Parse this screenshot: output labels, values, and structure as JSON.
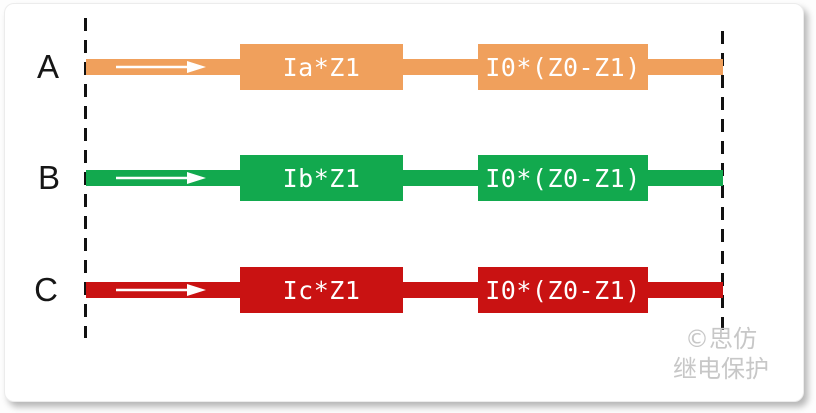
{
  "diagram": {
    "title_hint": "per-phase impedance diagram",
    "phases": [
      {
        "label": "A",
        "color": "#F0A05C",
        "box1": "Ia*Z1",
        "box2": "I0*(Z0-Z1)"
      },
      {
        "label": "B",
        "color": "#12A94E",
        "box1": "Ib*Z1",
        "box2": "I0*(Z0-Z1)"
      },
      {
        "label": "C",
        "color": "#C91212",
        "box1": "Ic*Z1",
        "box2": "I0*(Z0-Z1)"
      }
    ],
    "boundary_color": "#111111",
    "arrow_color": "#ffffff"
  },
  "watermark": {
    "line1": "©思仿",
    "line2": "继电保护"
  }
}
